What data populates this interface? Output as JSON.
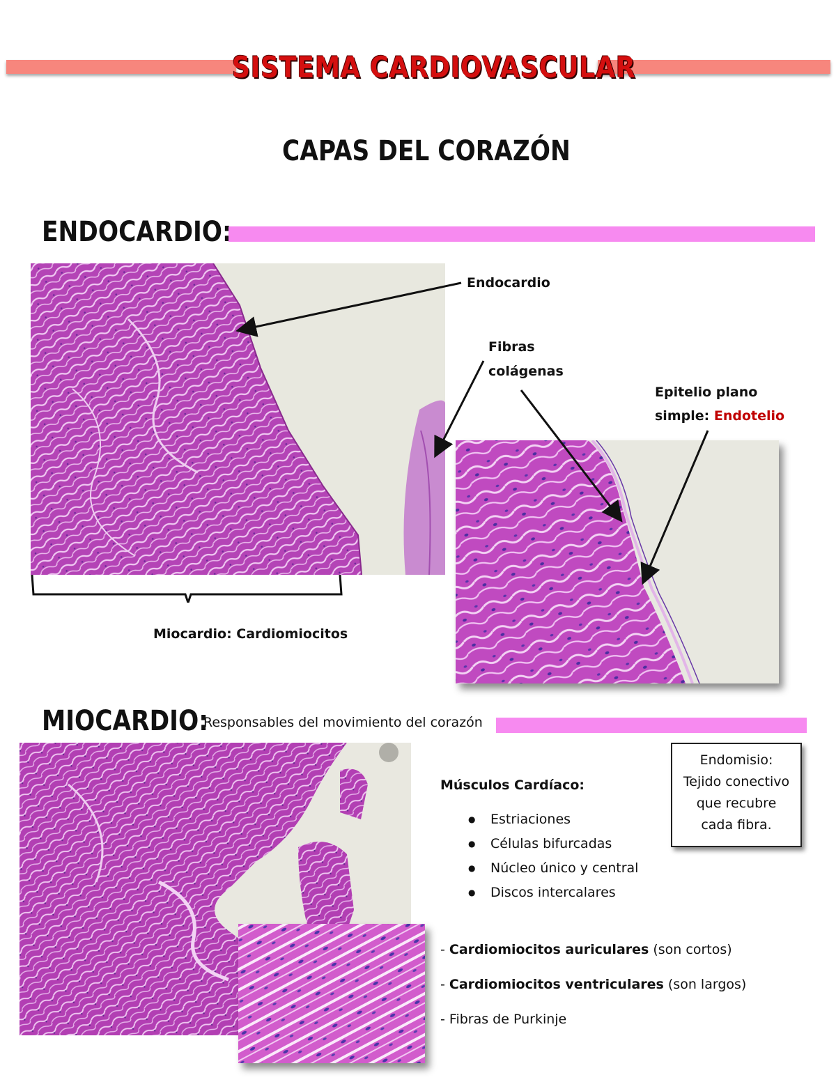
{
  "header": {
    "title": "SISTEMA CARDIOVASCULAR",
    "subtitle": "CAPAS DEL CORAZÓN",
    "colors": {
      "title_red": "#d40f0f",
      "bar_salmon": "#f7867d",
      "bar_pink": "#f78af0"
    }
  },
  "endocardio": {
    "heading": "ENDOCARDIO:",
    "labels": {
      "endocardio": "Endocardio",
      "fibras_line1": "Fibras",
      "fibras_line2": "colágenas",
      "epitelio_line1": "Epitelio plano",
      "epitelio_line2_prefix": "simple:",
      "epitelio_highlight": "Endotelio",
      "miocardio_brace": "Miocardio: Cardiomiocitos"
    }
  },
  "miocardio": {
    "heading": "MIOCARDIO:",
    "caption": "Responsables del movimiento del corazón",
    "musculos_title": "Músculos Cardíaco:",
    "features": [
      "Estriaciones",
      "Células bifurcadas",
      "Núcleo único y central",
      "Discos intercalares"
    ],
    "endomisio": {
      "line1": "Endomisio:",
      "line2": "Tejido conectivo",
      "line3": "que recubre",
      "line4": "cada fibra."
    },
    "types": [
      {
        "bold": "Cardiomiocitos auriculares",
        "rest": "(son cortos)"
      },
      {
        "bold": "Cardiomiocitos ventriculares",
        "rest": "(son largos)"
      },
      {
        "bold": "",
        "rest": "Fibras de Purkinje"
      }
    ]
  }
}
